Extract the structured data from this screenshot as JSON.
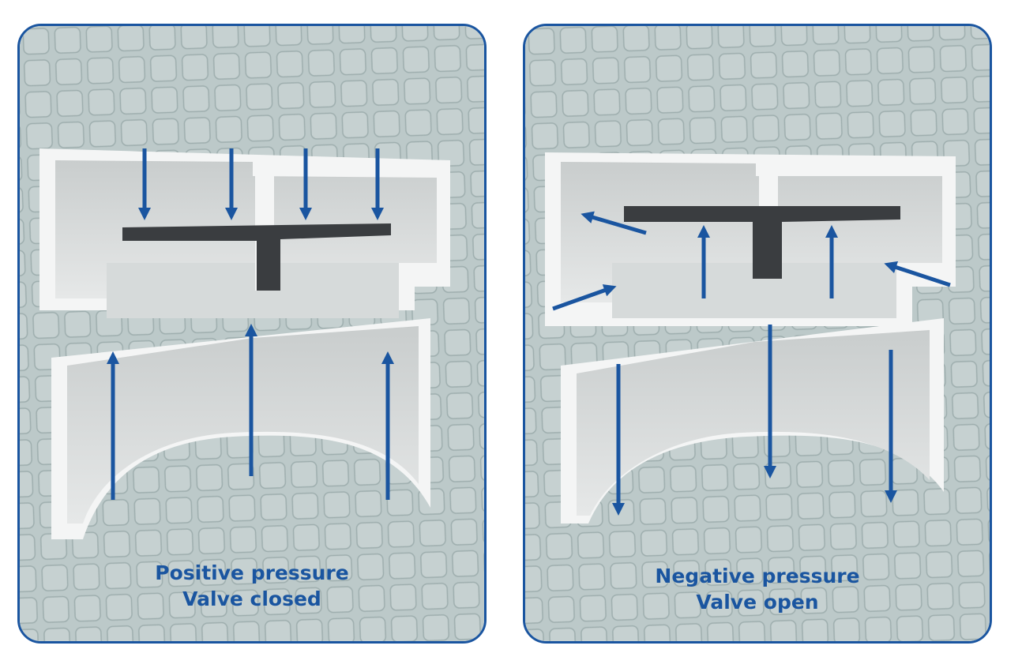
{
  "colors": {
    "border": "#1a55a0",
    "arrow": "#1a55a0",
    "caption": "#1a55a0",
    "tile_bg": "#bcc9c9",
    "tile": "#c6d1d1",
    "tile_edge": "#9eaeae",
    "body_white": "#f4f5f5",
    "body_inner": "#d9dcdc",
    "seal": "#3a3d40"
  },
  "panels": [
    {
      "state": "closed",
      "caption_line1": "Positive pressure",
      "caption_line2": "Valve closed"
    },
    {
      "state": "open",
      "caption_line1": "Negative pressure",
      "caption_line2": "Valve open"
    }
  ]
}
